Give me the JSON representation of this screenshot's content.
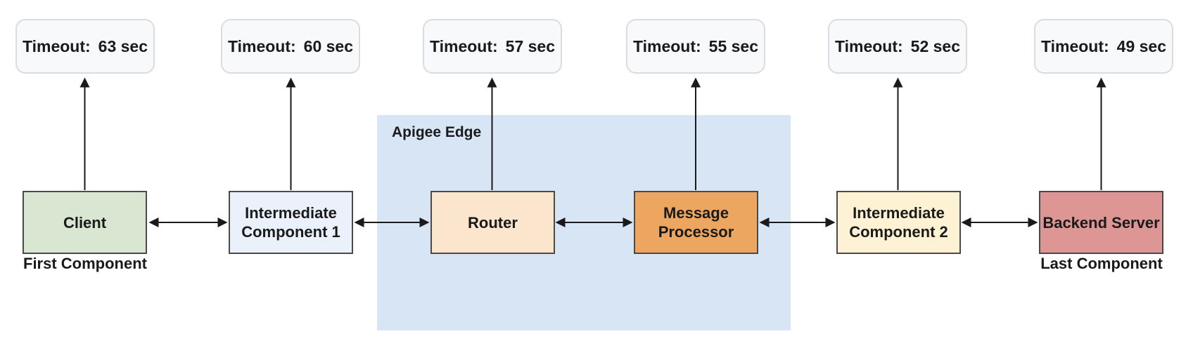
{
  "diagram": {
    "region": {
      "label": "Apigee Edge",
      "fill": "#d7e5f5"
    },
    "arrow_color": "#1a1a1a",
    "timeout_callout_style": {
      "fill": "#f8f9fa",
      "border": "#dadce0"
    },
    "components": [
      {
        "name": "Client",
        "fill": "#d9e7d2",
        "timeout_label": "Timeout:",
        "timeout_value": "63 sec",
        "caption": "First Component"
      },
      {
        "name": "Intermediate Component 1",
        "fill": "#eaf1fa",
        "timeout_label": "Timeout:",
        "timeout_value": "60 sec"
      },
      {
        "name": "Router",
        "fill": "#fbe6cd",
        "timeout_label": "Timeout:",
        "timeout_value": "57 sec"
      },
      {
        "name": "Message Processor",
        "fill": "#eda660",
        "timeout_label": "Timeout:",
        "timeout_value": "55 sec"
      },
      {
        "name": "Intermediate Component 2",
        "fill": "#fdf3d4",
        "timeout_label": "Timeout:",
        "timeout_value": "52 sec"
      },
      {
        "name": "Backend Server",
        "fill": "#dd9694",
        "timeout_label": "Timeout:",
        "timeout_value": "49 sec",
        "caption": "Last Component"
      }
    ]
  }
}
